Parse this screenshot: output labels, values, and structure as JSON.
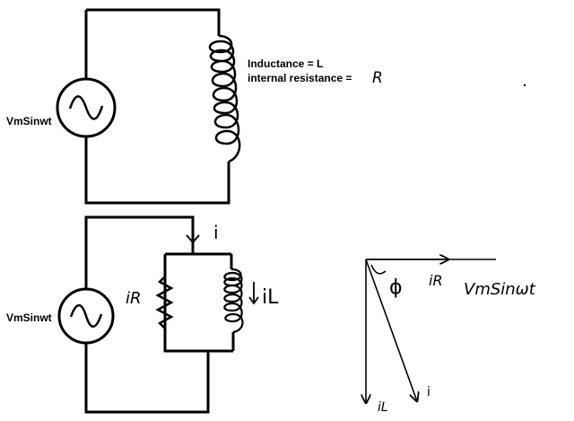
{
  "circuit_1": {
    "source_label": "VmSinwt",
    "inductor_labels": {
      "inductance": "Inductance = L",
      "resistance_prefix": "internal resistance = ",
      "resistance_symbol": "R"
    }
  },
  "circuit_2": {
    "source_label": "VmSinwt",
    "total_current_label": "i",
    "resistor_current_label": "iR",
    "inductor_current_label": "iL"
  },
  "phasor_diagram": {
    "phase_angle_label": "ϕ",
    "voltage_reference_label": "VmSinωt",
    "resistor_current_label": "iR",
    "inductor_current_label": "iL",
    "total_current_label": "i"
  }
}
